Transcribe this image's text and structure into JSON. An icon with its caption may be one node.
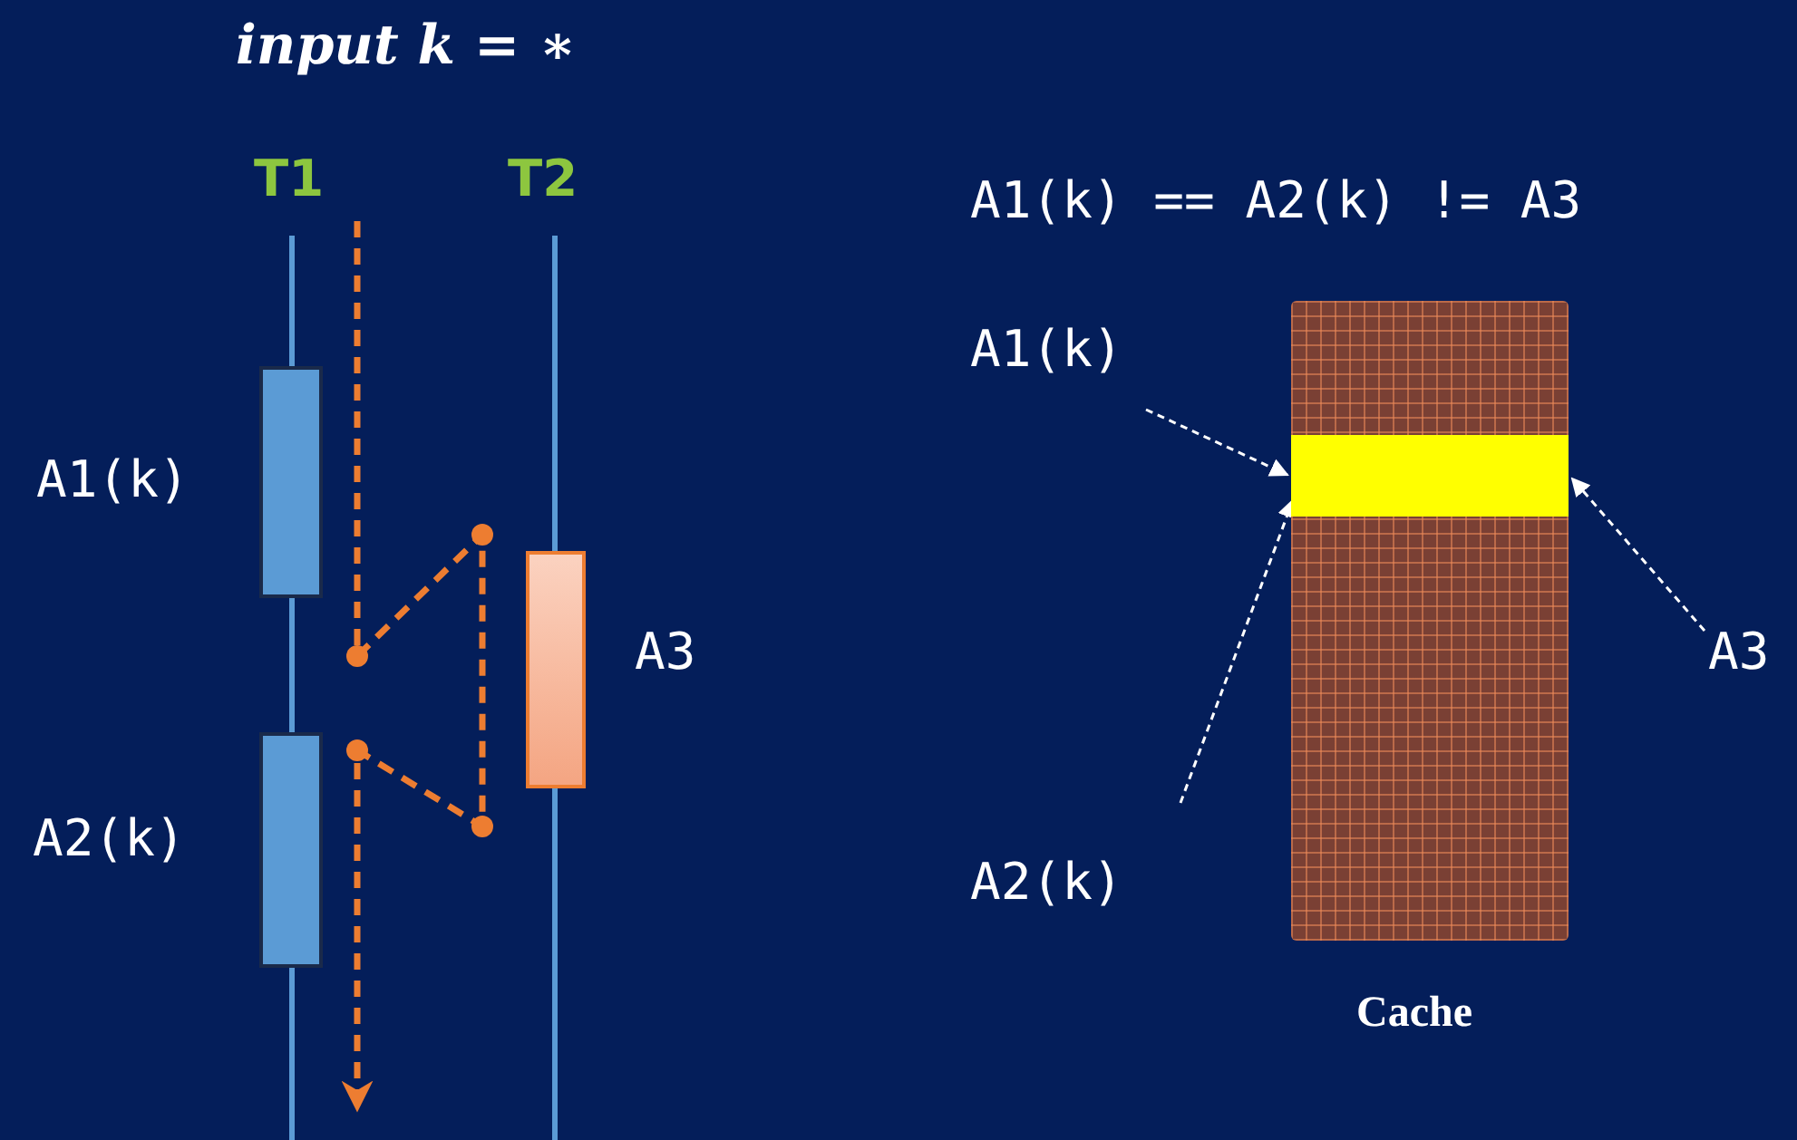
{
  "diagram": {
    "nodes": [
      {
        "text": [],
        "shape": "bar",
        "beside": [
          "A1(k)"
        ]
      },
      {
        "text": [],
        "shape": "bar",
        "beside": [
          "A2(k)"
        ]
      },
      {
        "text": [],
        "shape": "bar",
        "beside": [
          "A3"
        ]
      },
      {
        "text": [],
        "shape": "box",
        "beside": [
          "Cache"
        ]
      },
      {
        "text": [],
        "shape": "bar",
        "in": 3
      },
      {
        "text": [
          "A1(k)"
        ]
      },
      {
        "text": [
          "A2(k)"
        ]
      },
      {
        "text": [
          "A3"
        ]
      }
    ],
    "edges": [
      {
        "from": 5,
        "to": 4,
        "arrow": "to",
        "style": "dashed"
      },
      {
        "from": 6,
        "to": 4,
        "arrow": "to",
        "style": "dashed"
      },
      {
        "from": 7,
        "to": 4,
        "arrow": "to",
        "style": "dashed"
      }
    ],
    "labels": [
      "input k = ∗",
      "T1",
      "T2",
      "A1(k) == A2(k) != A3"
    ]
  }
}
